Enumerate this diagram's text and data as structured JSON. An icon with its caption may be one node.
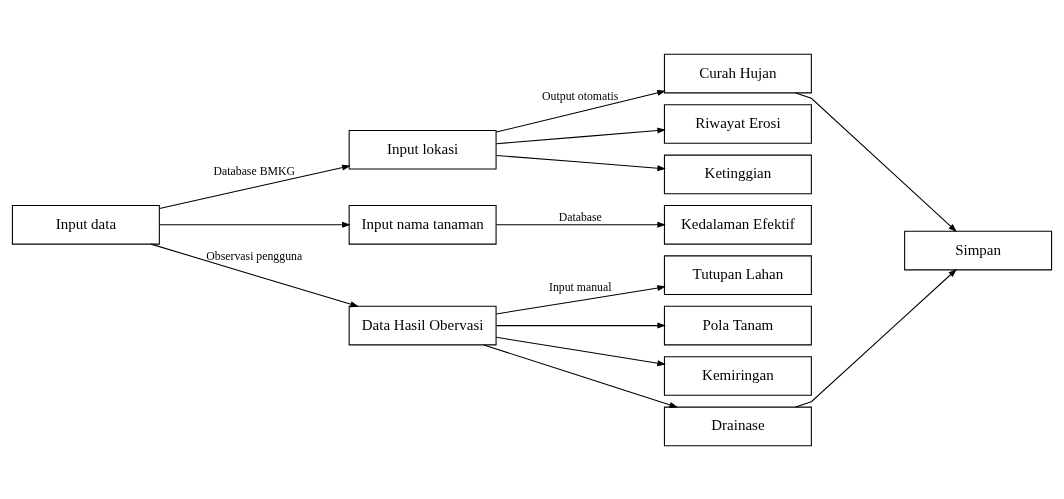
{
  "diagram": {
    "nodes": [
      {
        "text": [
          "Input data"
        ]
      },
      {
        "text": [
          "Input lokasi"
        ]
      },
      {
        "text": [
          "Input nama tanaman"
        ]
      },
      {
        "text": [
          "Data Hasil Obervasi"
        ]
      },
      {
        "text": [
          "Curah Hujan"
        ]
      },
      {
        "text": [
          "Riwayat Erosi"
        ]
      },
      {
        "text": [
          "Ketinggian"
        ]
      },
      {
        "text": [
          "Kedalaman Efektif"
        ]
      },
      {
        "text": [
          "Tutupan Lahan"
        ]
      },
      {
        "text": [
          "Pola Tanam"
        ]
      },
      {
        "text": [
          "Kemiringan"
        ]
      },
      {
        "text": [
          "Drainase"
        ]
      },
      {
        "text": [
          "Simpan"
        ]
      }
    ],
    "edges": [
      {
        "from": 0,
        "to": 1,
        "arrow": "to",
        "label": "Database BMKG"
      },
      {
        "from": 0,
        "to": 2,
        "arrow": "to"
      },
      {
        "from": 0,
        "to": 3,
        "arrow": "to",
        "label": "Observasi pengguna"
      },
      {
        "from": 1,
        "to": 4,
        "arrow": "to",
        "label": "Output otomatis"
      },
      {
        "from": 1,
        "to": 5,
        "arrow": "to"
      },
      {
        "from": 1,
        "to": 6,
        "arrow": "to"
      },
      {
        "from": 2,
        "to": 7,
        "arrow": "to",
        "label": "Database"
      },
      {
        "from": 3,
        "to": 8,
        "arrow": "to",
        "label": "Input manual"
      },
      {
        "from": 3,
        "to": 9,
        "arrow": "to"
      },
      {
        "from": 3,
        "to": 10,
        "arrow": "to"
      },
      {
        "from": 3,
        "to": 11,
        "arrow": "to"
      },
      {
        "from": 4,
        "to": 12,
        "arrow": "to"
      },
      {
        "from": 11,
        "to": 12,
        "arrow": "to"
      }
    ]
  }
}
